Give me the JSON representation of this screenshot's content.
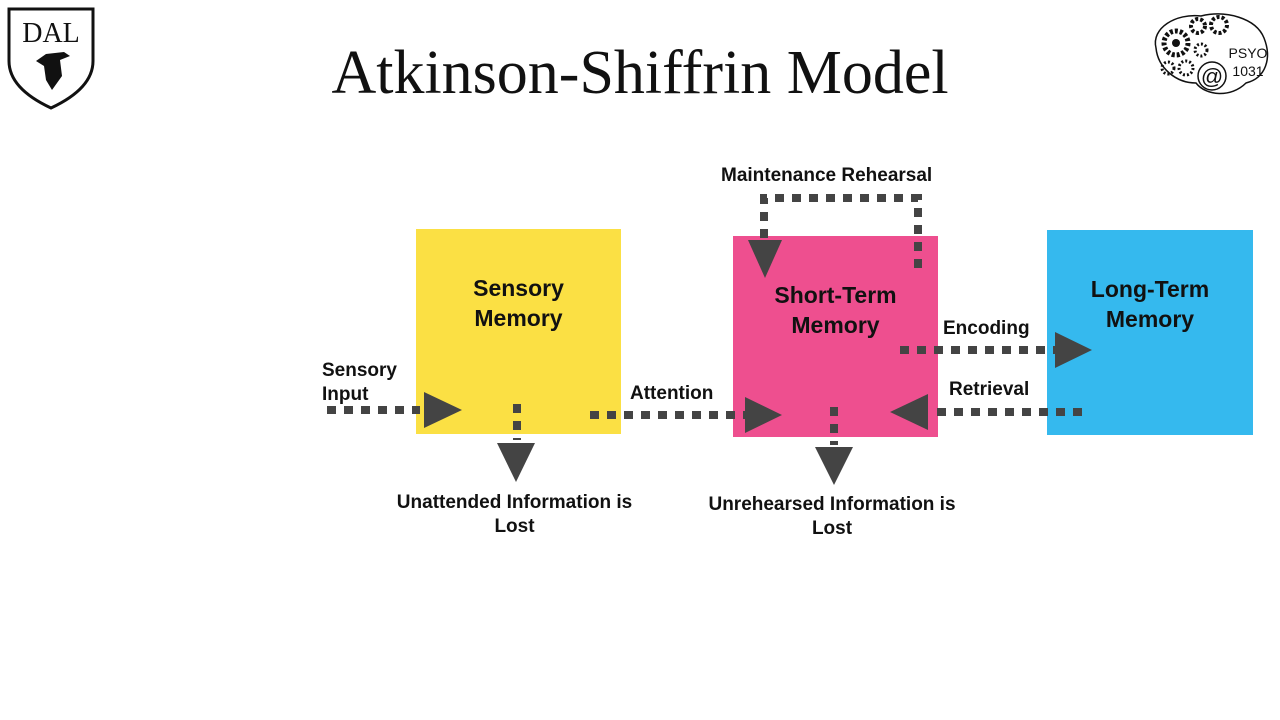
{
  "slide": {
    "title": "Atkinson-Shiffrin Model",
    "logo_left": {
      "text": "DAL",
      "icon": "dalhousie-shield-icon"
    },
    "logo_right": {
      "text_line1": "PSYO",
      "text_line2": "1031",
      "icon": "brain-gears-icon"
    }
  },
  "diagram": {
    "boxes": {
      "sensory": {
        "label": "Sensory Memory",
        "color": "#FBE044"
      },
      "short_term": {
        "label": "Short-Term Memory",
        "color": "#EE4F8F"
      },
      "long_term": {
        "label": "Long-Term Memory",
        "color": "#35B9EE"
      }
    },
    "labels": {
      "sensory_input": "Sensory Input",
      "attention": "Attention",
      "maintenance": "Maintenance Rehearsal",
      "encoding": "Encoding",
      "retrieval": "Retrieval",
      "unattended": "Unattended Information is Lost",
      "unrehearsed": "Unrehearsed Information is Lost"
    },
    "arrow_color": "#444444"
  }
}
